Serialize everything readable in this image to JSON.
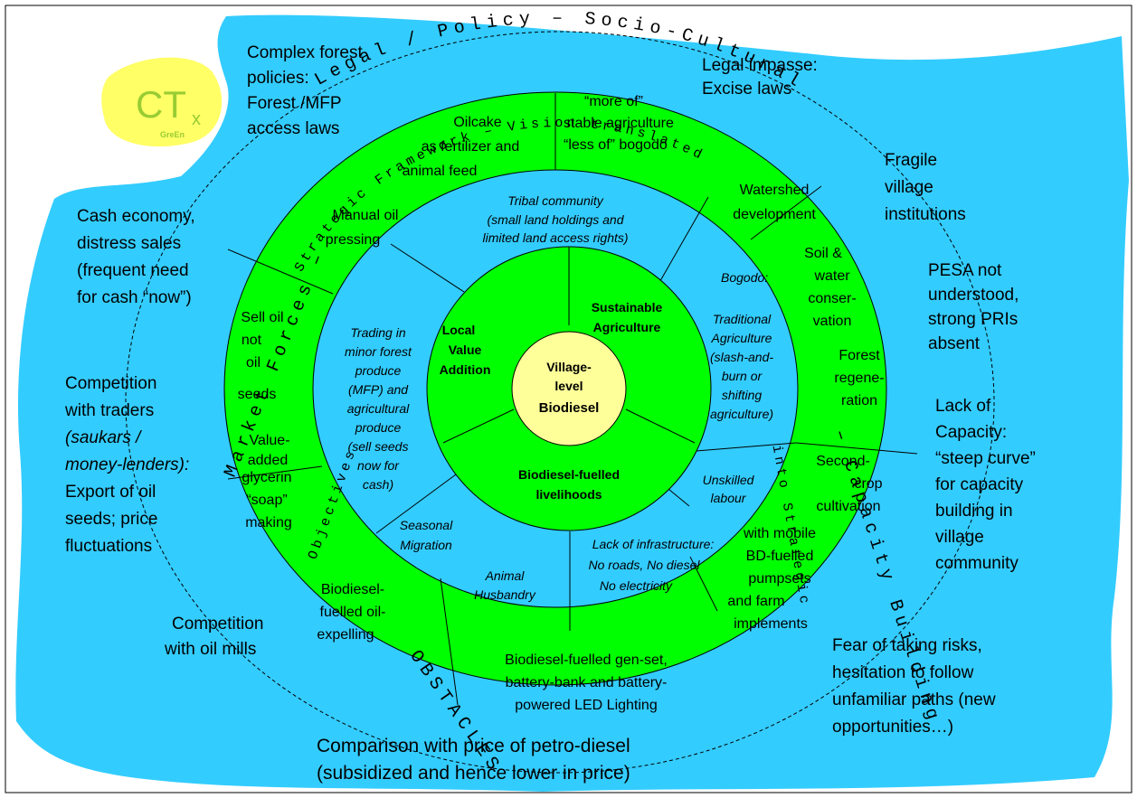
{
  "logo": {
    "text_main": "CT",
    "text_sub": "x",
    "text_small": "GreEn"
  },
  "center": {
    "lines": [
      "Village-",
      "level",
      "Biodiesel"
    ]
  },
  "core_segments": {
    "local_value": [
      "Local",
      "Value",
      "Addition"
    ],
    "sustainable_agriculture": [
      "Sustainable",
      "Agriculture"
    ],
    "biodiesel_livelihoods": [
      "Biodiesel-fuelled",
      "livelihoods"
    ]
  },
  "ring_arc_text": {
    "obstacles_top": "Legal / Policy – Socio-Cultural",
    "obstacles_left": "Market Forces –",
    "obstacles_right": "– Capacity Building",
    "obstacles_bottom": "OBSTACLES",
    "framework_top": "Strategic Framework – Vision translated",
    "framework_left": "Objectives",
    "framework_right": "into Strategic"
  },
  "inner_blue": {
    "tribal": [
      "Tribal community",
      "(small land holdings and",
      "limited land access rights)"
    ],
    "bogodo": "Bogodo:",
    "traditional": [
      "Traditional",
      "Agriculture",
      "(slash-and-",
      "burn or",
      "shifting",
      "agriculture)"
    ],
    "trading": [
      "Trading in",
      "minor forest",
      "produce",
      "(MFP) and",
      "agricultural",
      "produce",
      "(sell seeds",
      "now for",
      "cash)"
    ],
    "unskilled": [
      "Unskilled",
      "labour"
    ],
    "seasonal": [
      "Seasonal",
      "Migration"
    ],
    "animal": [
      "Animal",
      "Husbandry"
    ],
    "infra": [
      "Lack of infrastructure:",
      "No roads, No diesel",
      "No electricity"
    ]
  },
  "green_ring": {
    "oilcake": [
      "Oilcake",
      "as fertilizer and",
      "animal feed"
    ],
    "more_of": [
      "“more of”",
      "stable agriculture",
      "“less of” bogodo"
    ],
    "watershed": [
      "Watershed",
      "development"
    ],
    "soil": [
      "Soil &",
      "water",
      "conser-",
      "vation"
    ],
    "forest_regen": [
      "Forest",
      "regene-",
      "ration"
    ],
    "second_crop": [
      "Second-",
      "crop",
      "cultivation"
    ],
    "mobile": [
      "with mobile",
      "BD-fuelled",
      "pumpsets",
      "and farm",
      "implements"
    ],
    "genset": [
      "Biodiesel-fuelled gen-set,",
      "battery-bank and battery-",
      "powered LED Lighting"
    ],
    "oil_expelling": [
      "Biodiesel-",
      "fuelled oil-",
      "expelling"
    ],
    "glycerin": [
      "glycerin",
      "“soap”",
      "making"
    ],
    "value_added": [
      "Value-",
      "added"
    ],
    "sell_oil": [
      "Sell oil",
      "not",
      "oil",
      "seeds"
    ],
    "manual": [
      "Manual oil",
      "pressing"
    ]
  },
  "outer_blue": {
    "complex_forest": [
      "Complex forest",
      "policies:",
      "Forest /MFP",
      "access laws"
    ],
    "legal_impasse": [
      "Legal impasse:",
      "Excise laws"
    ],
    "fragile": [
      "Fragile",
      "village",
      "institutions"
    ],
    "cash_economy": [
      "Cash economy,",
      "distress sales",
      "(frequent need",
      "for cash “now”)"
    ],
    "pesa": [
      "PESA not",
      "understood,",
      "strong PRIs",
      "absent"
    ],
    "competition_traders": [
      "Competition",
      "with traders",
      "(saukars /",
      "money-lenders):",
      "Export of oil",
      "seeds; price",
      "fluctuations"
    ],
    "lack_capacity": [
      "Lack of",
      "Capacity:",
      "“steep curve”",
      "for capacity",
      "building in",
      "village",
      "community"
    ],
    "competition_mills": [
      "Competition",
      "with oil mills"
    ],
    "fear": [
      "Fear of taking risks,",
      "hesitation to follow",
      "unfamiliar paths (new",
      "opportunities…)"
    ],
    "comparison": [
      "Comparison with  price of petro-diesel",
      "(subsidized and hence lower in price)"
    ]
  },
  "colors": {
    "blob": "#33ccff",
    "ring": "#00ff00",
    "center": "#ffff99",
    "logo": "#ffff66",
    "logo_text": "#99cc33"
  }
}
